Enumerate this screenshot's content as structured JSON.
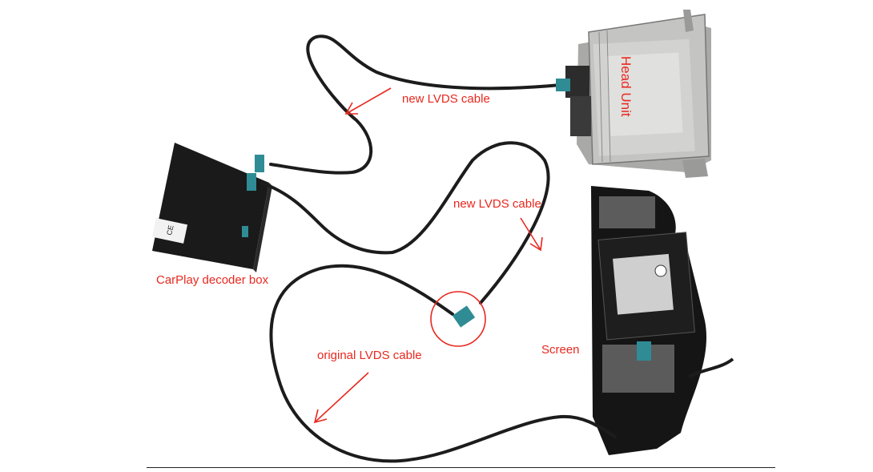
{
  "labels": {
    "head_unit": "Head Unit",
    "new_lvds_top": "new LVDS cable",
    "new_lvds_mid": "new LVDS cable",
    "decoder_box": "CarPlay decoder box",
    "original_lvds": "original LVDS cable",
    "screen": "Screen"
  },
  "colors": {
    "annotation": "#e8281f",
    "cable": "#1c1c1c",
    "connector": "#2f8c94",
    "box": "#1a1a1a",
    "head_unit_metal": "#b9b9b7",
    "screen_body": "#151515"
  }
}
